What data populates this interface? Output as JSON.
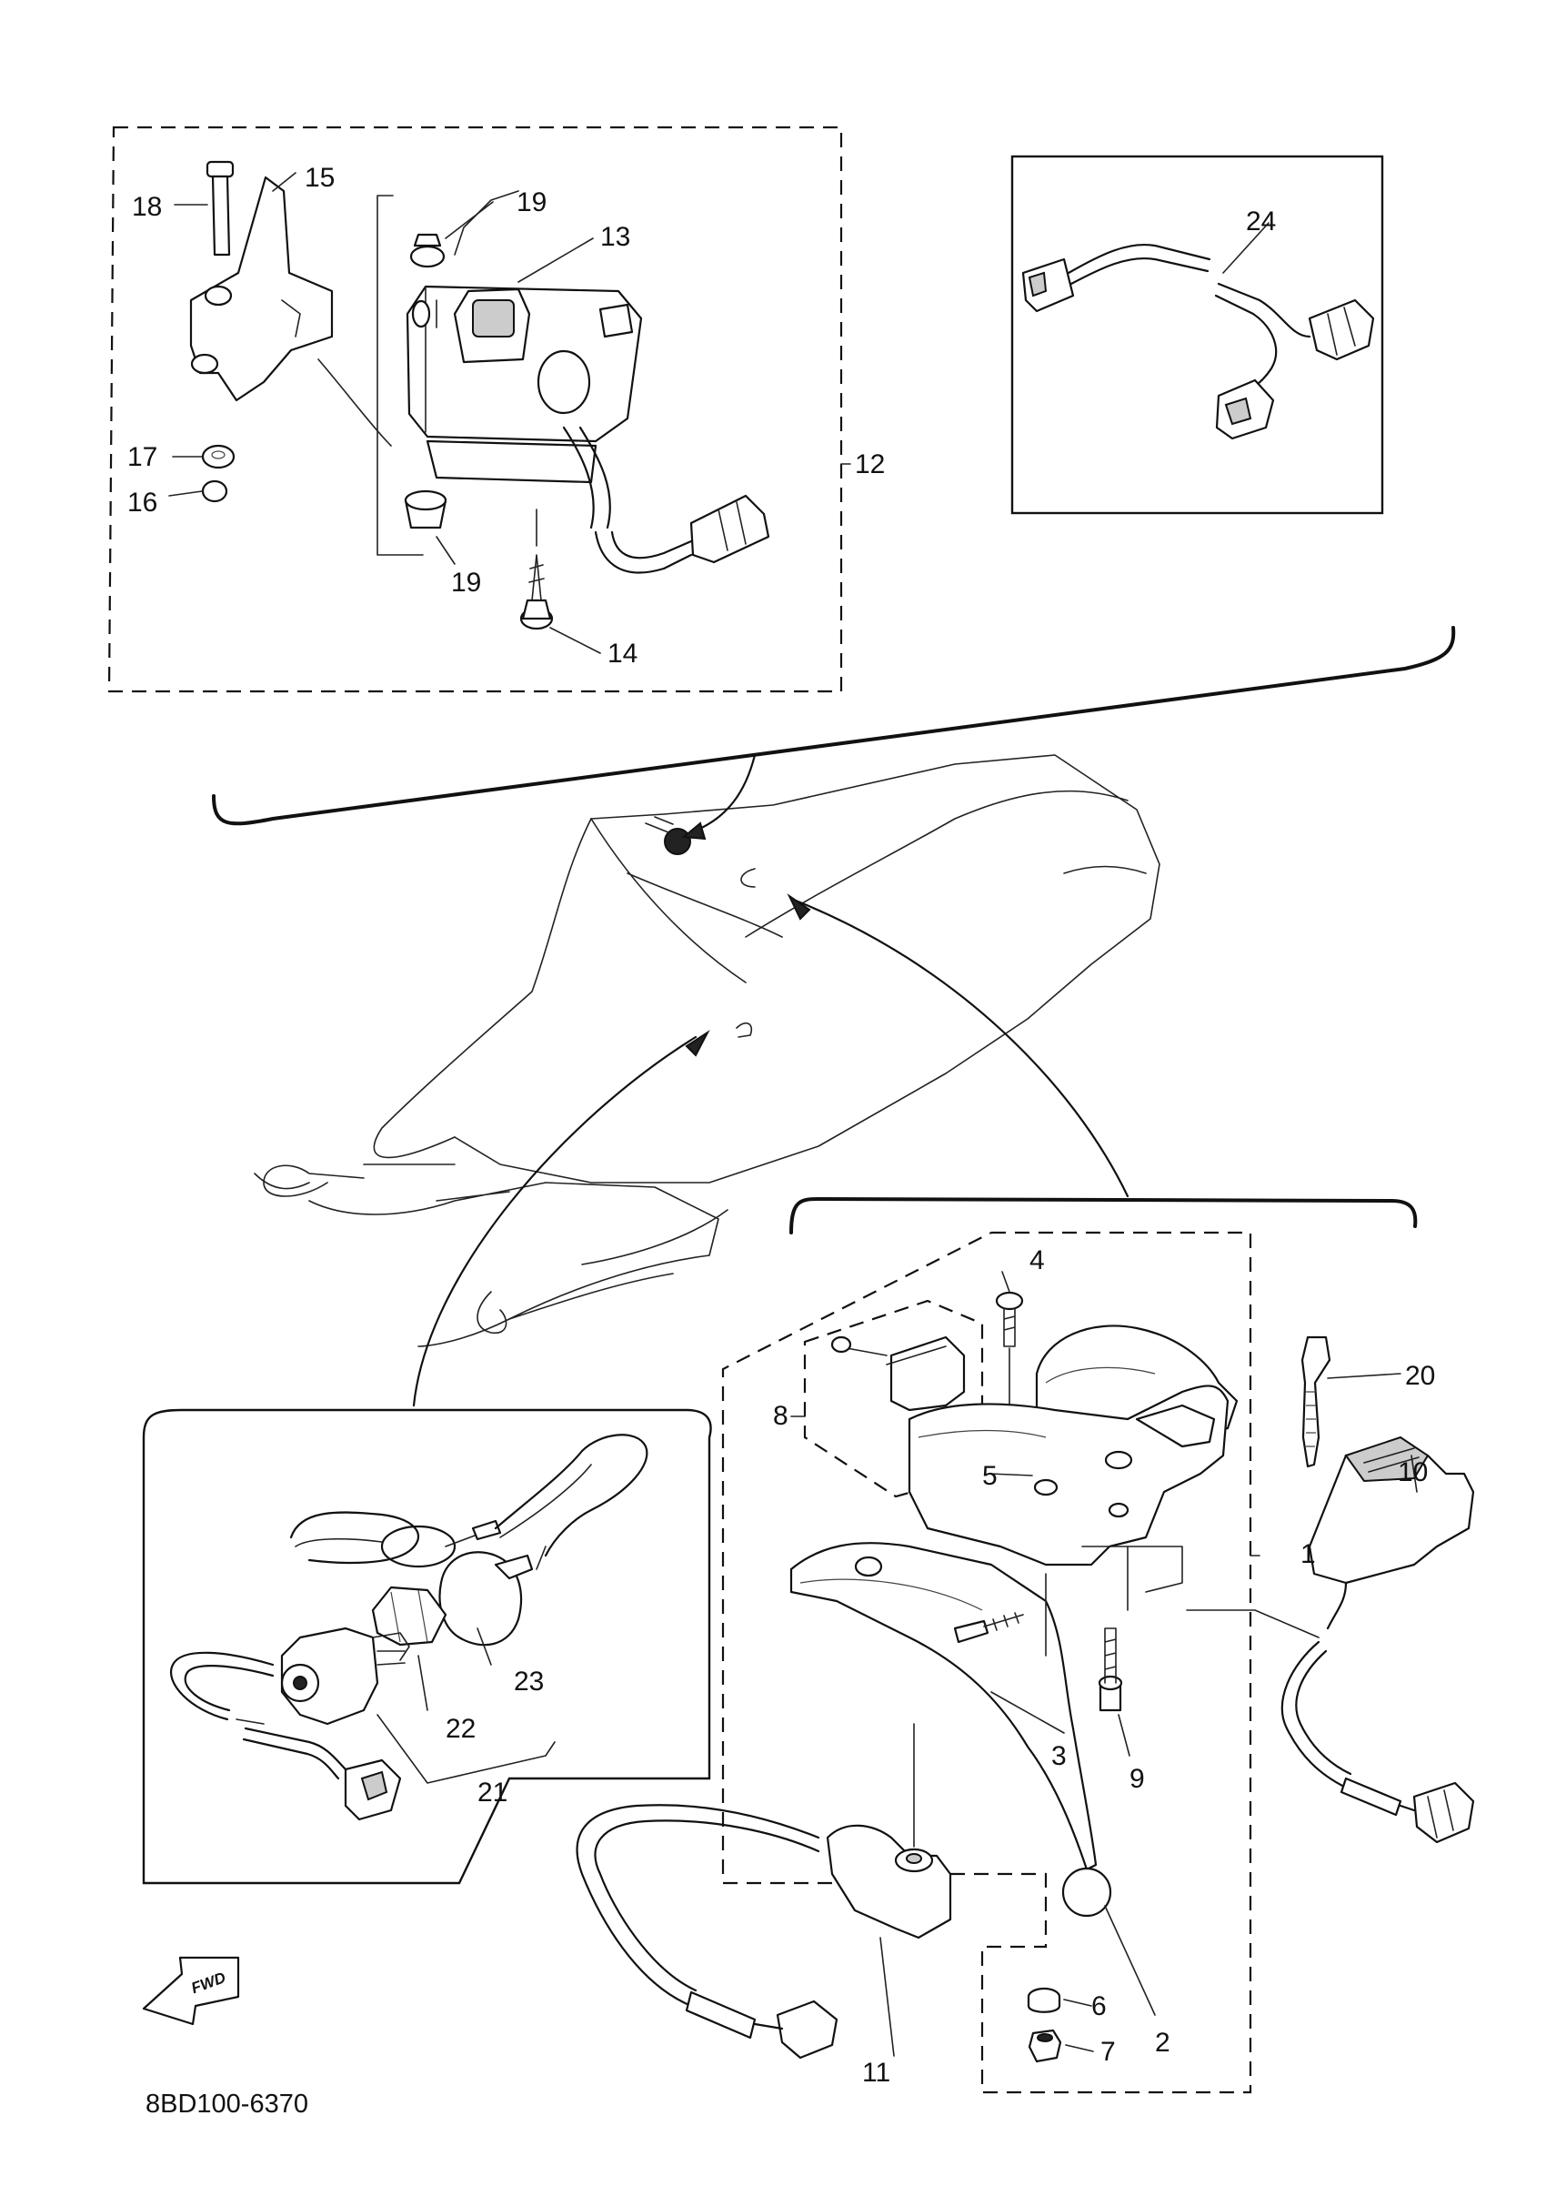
{
  "diagram": {
    "drawing_code": "8BD100-6370",
    "fwd_label": "FWD",
    "callouts": {
      "c1": "1",
      "c2": "2",
      "c3": "3",
      "c4": "4",
      "c5": "5",
      "c6": "6",
      "c7": "7",
      "c8": "8",
      "c9": "9",
      "c10": "10",
      "c11": "11",
      "c12": "12",
      "c13": "13",
      "c14": "14",
      "c15": "15",
      "c16": "16",
      "c17": "17",
      "c18": "18",
      "c19a": "19",
      "c19b": "19",
      "c20": "20",
      "c21": "21",
      "c22": "22",
      "c23": "23",
      "c24": "24"
    }
  }
}
